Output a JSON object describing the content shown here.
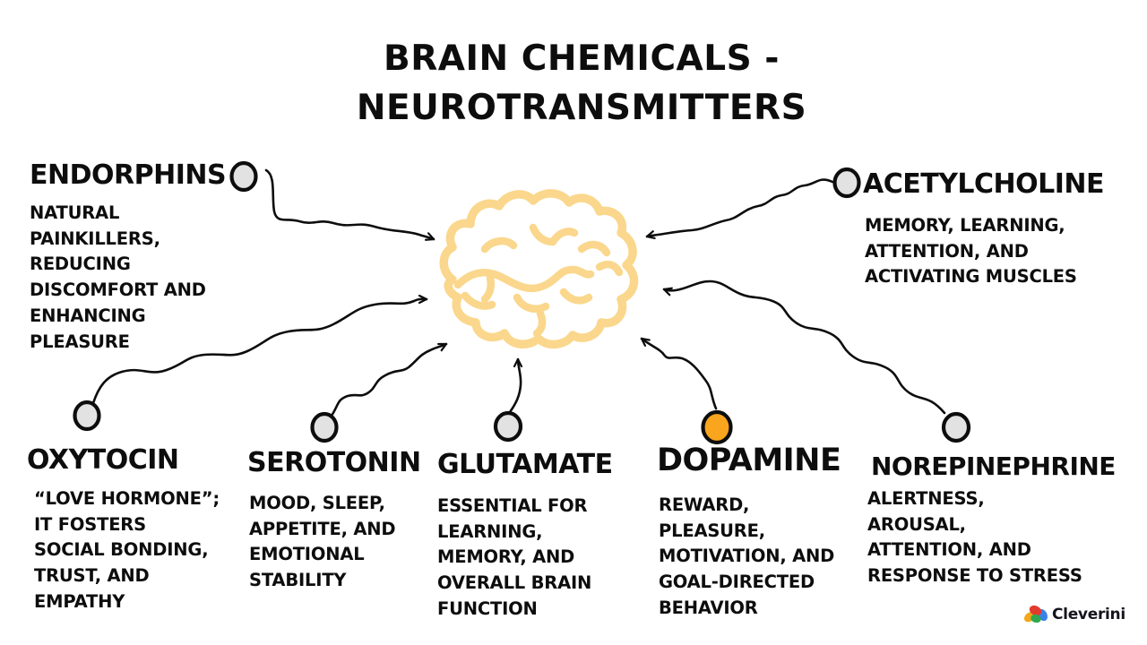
{
  "title": {
    "text": "BRAIN CHEMICALS -\nNEUROTRANSMITTERS"
  },
  "items": [
    {
      "id": "endorphins",
      "name": "ENDORPHINS",
      "description": "NATURAL\nPAINKILLERS,\nREDUCING\nDISCOMFORT AND\nENHANCING\nPLEASURE"
    },
    {
      "id": "acetylcholine",
      "name": "ACETYLCHOLINE",
      "description": "MEMORY, LEARNING,\nATTENTION, AND\nACTIVATING MUSCLES"
    },
    {
      "id": "oxytocin",
      "name": "OXYTOCIN",
      "description": "“LOVE HORMONE”;\nIT FOSTERS\nSOCIAL BONDING,\nTRUST, AND\nEMPATHY"
    },
    {
      "id": "serotonin",
      "name": "SEROTONIN",
      "description": "MOOD, SLEEP,\nAPPETITE, AND\nEMOTIONAL\nSTABILITY"
    },
    {
      "id": "glutamate",
      "name": "GLUTAMATE",
      "description": "ESSENTIAL FOR\nLEARNING,\nMEMORY, AND\nOVERALL BRAIN\nFUNCTION"
    },
    {
      "id": "dopamine",
      "name": "DOPAMINE",
      "description": "REWARD,\nPLEASURE,\nMOTIVATION, AND\nGOAL-DIRECTED\nBEHAVIOR",
      "highlighted": true
    },
    {
      "id": "norepinephrine",
      "name": "NOREPINEPHRINE",
      "description": "ALERTNESS,\nAROUSAL,\nATTENTION, AND\nRESPONSE TO STRESS"
    }
  ],
  "colors": {
    "brain": "#FAD78C",
    "node_default": "#E2E2E2",
    "node_dopamine": "#F9A51D",
    "ink": "#0D0D0D",
    "logo_orange": "#F2A71B",
    "logo_red": "#E23B2E",
    "logo_green": "#2FA84F",
    "logo_blue": "#3B82E8"
  },
  "brand": {
    "name": "Cleverini"
  }
}
